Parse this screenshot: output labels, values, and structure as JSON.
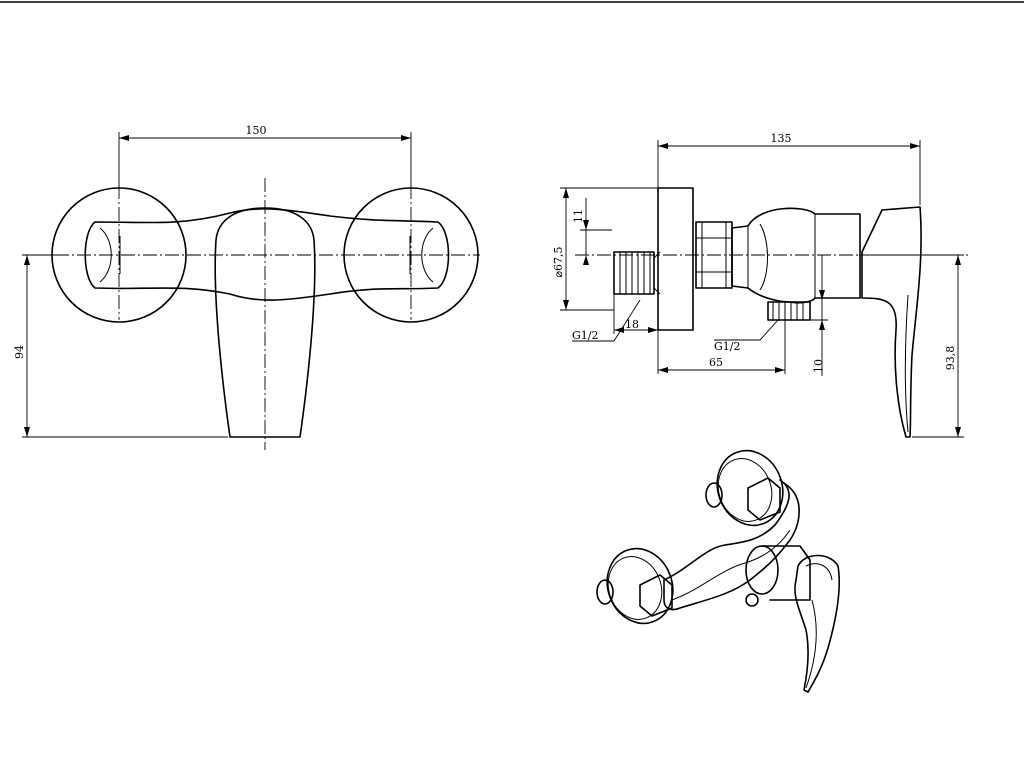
{
  "dimensions": {
    "front_width": "150",
    "front_height": "94",
    "side_length": "135",
    "side_height": "93,8",
    "diameter": "⌀67,5",
    "offset_top": "11",
    "inlet_depth": "18",
    "outlet_offset": "65",
    "outlet_drop": "10",
    "inlet_thread": "G1/2",
    "outlet_thread": "G1/2"
  }
}
